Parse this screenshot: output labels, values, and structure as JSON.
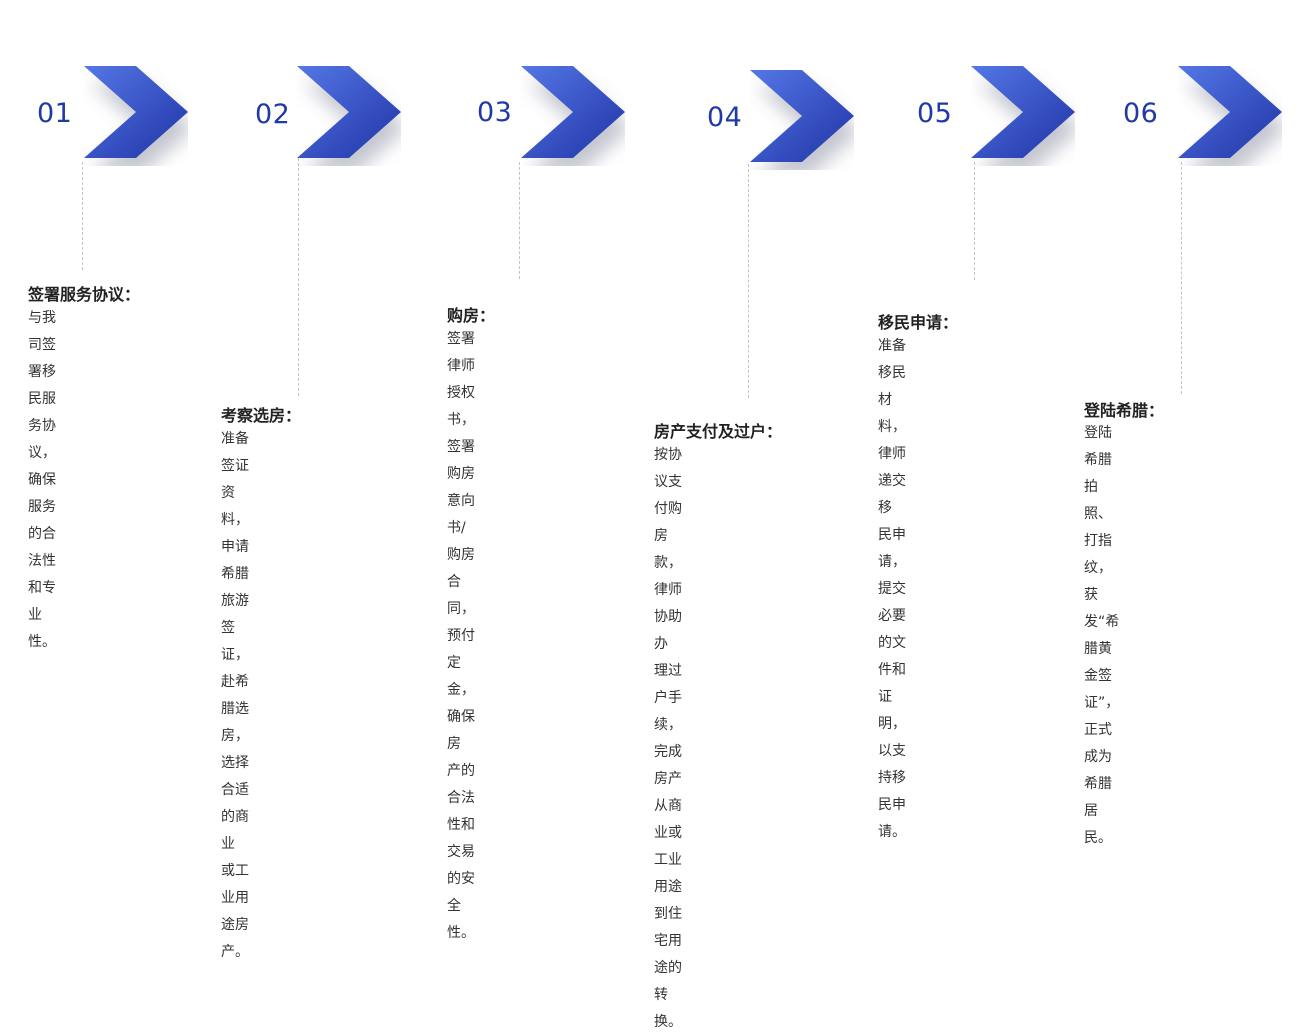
{
  "steps": [
    {
      "num": "01",
      "title": "签署服务协议：",
      "lines": [
        "与我司签署移民服务协",
        "议，确保服务的合法性",
        "和专业性。"
      ]
    },
    {
      "num": "02",
      "title": "考察选房：",
      "lines": [
        "准备签证资料，申请希腊旅游签",
        "证，赴希腊选房，选择合适的商业",
        "或工业用途房产。"
      ]
    },
    {
      "num": "03",
      "title": "购房：",
      "lines": [
        "签署律师授权书，签署购房意向",
        "书/购房合同，预付定金，确保房",
        "产的合法性和交易的安全性。"
      ]
    },
    {
      "num": "04",
      "title": "房产支付及过户：",
      "lines": [
        "按协议支付购房款，律师协助办",
        "理过户手续，完成房产从商业或",
        "工业用途到住宅用途的转换。"
      ]
    },
    {
      "num": "05",
      "title": "移民申请：",
      "lines": [
        "准备移民材料，律师递交移",
        "民申请，提交必要的文件和",
        "证明，以支持移民申请。"
      ]
    },
    {
      "num": "06",
      "title": "登陆希腊：",
      "lines": [
        "登陆希腊拍照、打指纹，获",
        "发“希腊黄金签证”，正式",
        "成为希腊居民。"
      ]
    }
  ],
  "colors": {
    "number": "#1f39a6",
    "chevron_light": "#4a6cdc",
    "chevron_dark": "#1f35a8"
  }
}
